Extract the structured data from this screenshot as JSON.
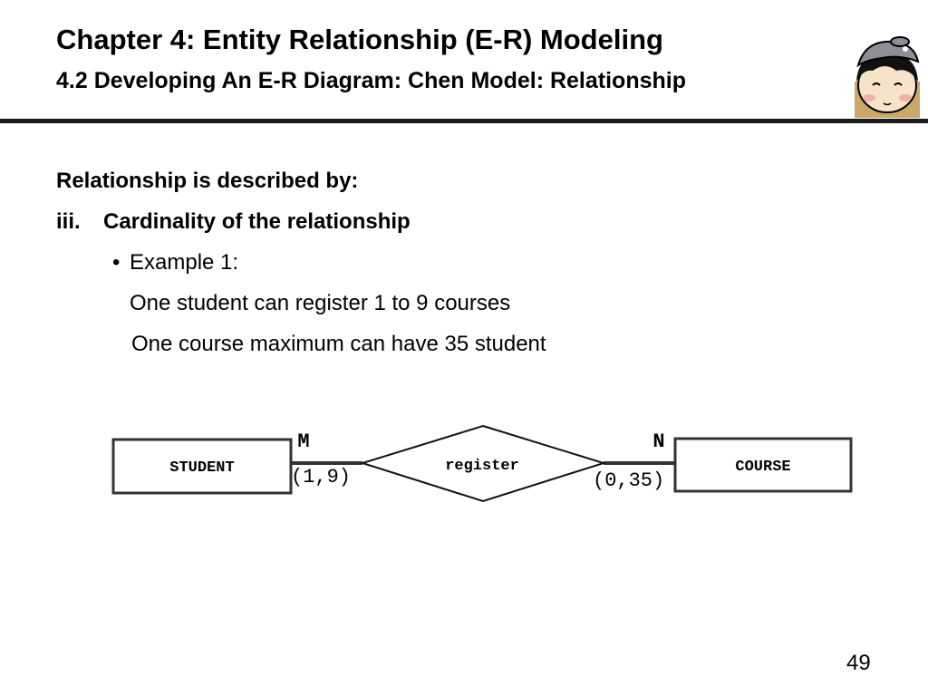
{
  "header": {
    "title": "Chapter 4: Entity Relationship (E-R) Modeling",
    "subtitle": "4.2 Developing An E-R Diagram: Chen Model: Relationship"
  },
  "content": {
    "heading": "Relationship is described by:",
    "item_number": "iii.",
    "item_text": "Cardinality of the relationship",
    "bullet": "•",
    "example_label": "Example 1:",
    "lines": [
      "One student can register 1 to 9 courses",
      "One course maximum can have 35 student"
    ]
  },
  "diagram": {
    "entity_left": "STUDENT",
    "relationship": "register",
    "entity_right": "COURSE",
    "left_connectivity": "M",
    "left_cardinality": "(1,9)",
    "right_connectivity": "N",
    "right_cardinality": "(0,35)"
  },
  "footer": {
    "page_number": "49"
  }
}
